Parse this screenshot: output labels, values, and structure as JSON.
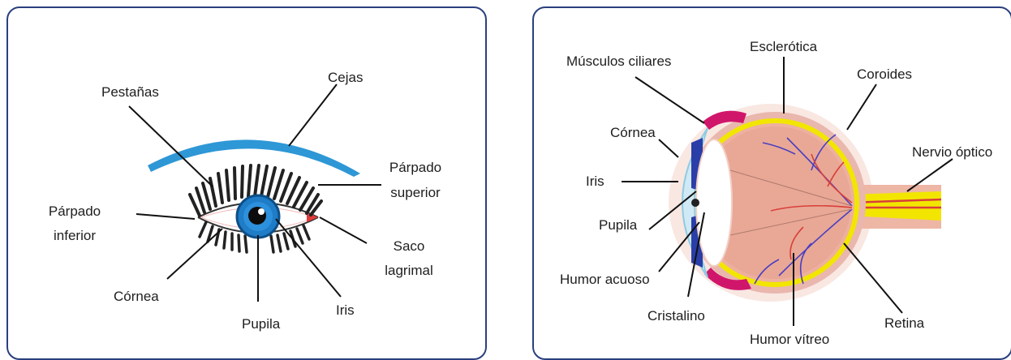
{
  "external_eye": {
    "labels": {
      "cejas": "Cejas",
      "pestanas": "Pestañas",
      "parpado_superior": "Párpado superior",
      "parpado_inferior": "Párpado inferior",
      "saco_lagrimal": "Saco lagrimal",
      "cornea": "Córnea",
      "pupila": "Pupila",
      "iris": "Iris"
    }
  },
  "eye_section": {
    "labels": {
      "esclerotica": "Esclerótica",
      "musculos_ciliares": "Músculos ciliares",
      "coroides": "Coroides",
      "cornea": "Córnea",
      "nervio_optico": "Nervio óptico",
      "iris": "Iris",
      "pupila": "Pupila",
      "humor_acuoso": "Humor acuoso",
      "cristalino": "Cristalino",
      "humor_vitreo": "Humor vítreo",
      "retina": "Retina"
    }
  },
  "colors": {
    "frame": "#2a3f7e",
    "eyebrow": "#2e97d6",
    "iris": "#1f7cc7",
    "sclera_section": "#e9b7ad",
    "choroid": "#f2e600",
    "ciliary": "#d0166b",
    "iris_section": "#2a3ea8"
  }
}
